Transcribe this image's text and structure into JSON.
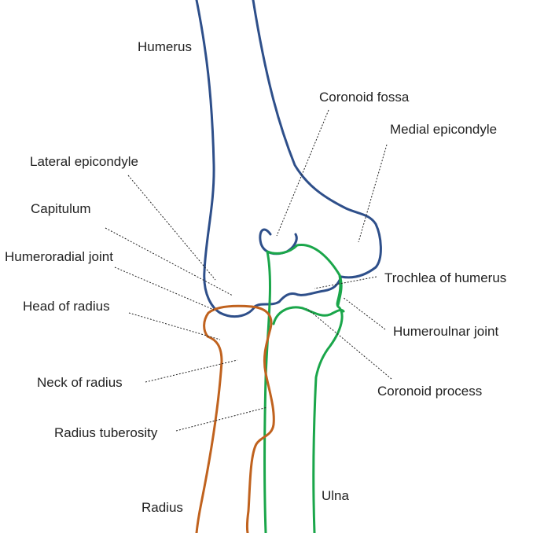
{
  "colors": {
    "humerus": "#2e4f8a",
    "ulna": "#1aa64a",
    "radius": "#c0621e",
    "text": "#222222",
    "leader": "#222222"
  },
  "labels": {
    "humerus": "Humerus",
    "coronoid_fossa": "Coronoid fossa",
    "medial_epicondyle": "Medial epicondyle",
    "lateral_epicondyle": "Lateral epicondyle",
    "capitulum": "Capitulum",
    "humeroradial_joint": "Humeroradial joint",
    "head_of_radius": "Head of radius",
    "trochlea_of_humerus": "Trochlea of humerus",
    "humeroulnar_joint": "Humeroulnar joint",
    "coronoid_process": "Coronoid process",
    "neck_of_radius": "Neck of radius",
    "radius_tuberosity": "Radius tuberosity",
    "radius": "Radius",
    "ulna": "Ulna"
  }
}
